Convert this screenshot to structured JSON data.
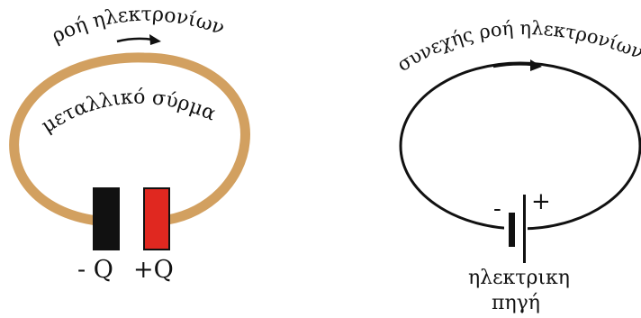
{
  "left_diagram": {
    "flow_label": "ροή ηλεκτρονίων",
    "wire_label": "μεταλλικό σύρμα",
    "negative_label": "- Q",
    "positive_label": "+Q",
    "colors": {
      "wire": "#d2a060",
      "negative_plate": "#111111",
      "positive_plate": "#e02820"
    }
  },
  "right_diagram": {
    "flow_label": "συνεχής ροή ηλεκτρονίων",
    "battery_minus": "-",
    "battery_plus": "+",
    "source_label_line1": "ηλεκτρικη",
    "source_label_line2": "πηγή",
    "colors": {
      "circuit": "#111111"
    }
  }
}
